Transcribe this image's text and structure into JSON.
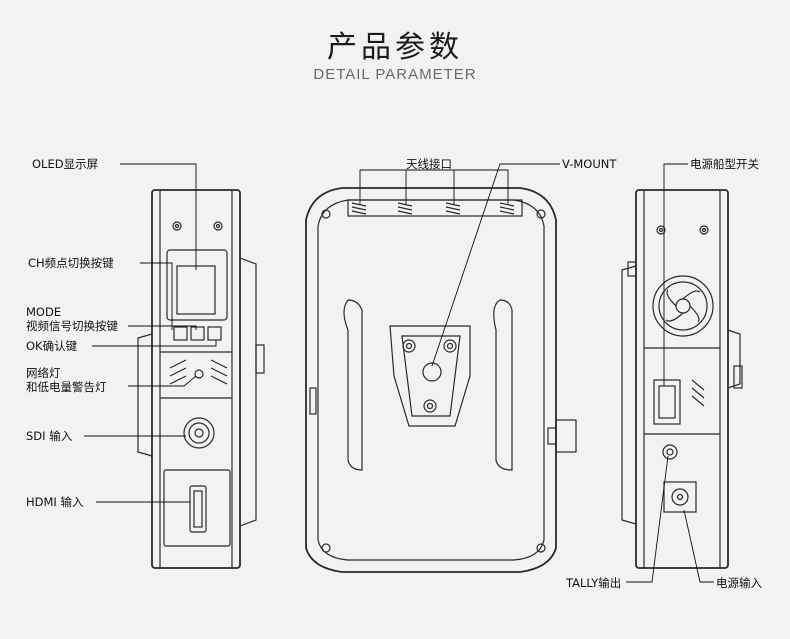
{
  "header": {
    "title": "产品参数",
    "subtitle": "DETAIL PARAMETER"
  },
  "labels": {
    "oled": "OLED显示屏",
    "ch_button": "CH频点切换按键",
    "mode_line1": "MODE",
    "mode_line2": "视频信号切换按键",
    "ok_button": "OK确认键",
    "network_line1": "网络灯",
    "network_line2": "和低电量警告灯",
    "sdi": "SDI 输入",
    "hdmi": "HDMI 输入",
    "antenna": "天线接口",
    "vmount": "V-MOUNT",
    "power_switch": "电源船型开关",
    "tally": "TALLY输出",
    "power_input": "电源输入"
  }
}
